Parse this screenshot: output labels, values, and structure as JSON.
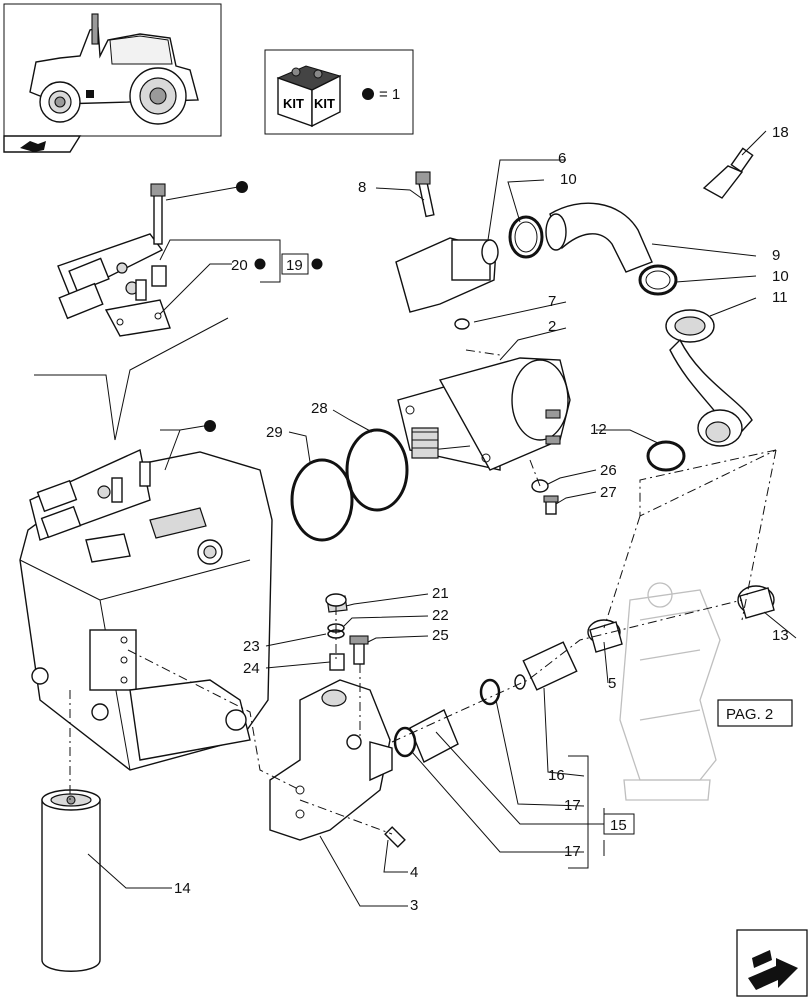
{
  "kit_legend": {
    "kit_text_left": "KIT",
    "kit_text_right": "KIT",
    "dot_equals": "= 1"
  },
  "reference_page": "PAG. 2",
  "callouts": [
    {
      "id": "1",
      "text": "18"
    },
    {
      "id": "2",
      "text": "6"
    },
    {
      "id": "3",
      "text": "10"
    },
    {
      "id": "4",
      "text": "8"
    },
    {
      "id": "5",
      "text": "9"
    },
    {
      "id": "6",
      "text": "10"
    },
    {
      "id": "7",
      "text": "11"
    },
    {
      "id": "8",
      "text": "20"
    },
    {
      "id": "9",
      "text": "19"
    },
    {
      "id": "10",
      "text": "7"
    },
    {
      "id": "11",
      "text": "2"
    },
    {
      "id": "12",
      "text": "28"
    },
    {
      "id": "13",
      "text": "29"
    },
    {
      "id": "14",
      "text": "12"
    },
    {
      "id": "15",
      "text": "26"
    },
    {
      "id": "16",
      "text": "27"
    },
    {
      "id": "17",
      "text": "21"
    },
    {
      "id": "18",
      "text": "22"
    },
    {
      "id": "19",
      "text": "23"
    },
    {
      "id": "20",
      "text": "25"
    },
    {
      "id": "21",
      "text": "24"
    },
    {
      "id": "22",
      "text": "13"
    },
    {
      "id": "23",
      "text": "5"
    },
    {
      "id": "24",
      "text": "16"
    },
    {
      "id": "25",
      "text": "17"
    },
    {
      "id": "26",
      "text": "15"
    },
    {
      "id": "27",
      "text": "17"
    },
    {
      "id": "28",
      "text": "4"
    },
    {
      "id": "29",
      "text": "3"
    },
    {
      "id": "30",
      "text": "14"
    }
  ],
  "icons": {
    "tractor": "tractor-icon",
    "nav_back": "nav-back-icon",
    "kit": "kit-box-icon",
    "nav_next": "nav-next-arrow-icon"
  }
}
